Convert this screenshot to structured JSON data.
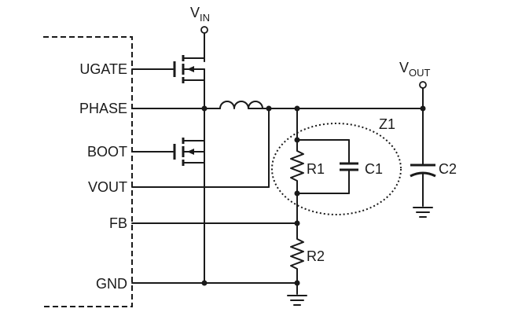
{
  "pins": {
    "ugate": "UGATE",
    "phase": "PHASE",
    "boot": "BOOT",
    "vout": "VOUT",
    "fb": "FB",
    "gnd": "GND"
  },
  "supply": {
    "vin_main": "V",
    "vin_sub": "IN"
  },
  "output": {
    "vout_main": "V",
    "vout_sub": "OUT"
  },
  "components": {
    "r1": "R1",
    "c1": "C1",
    "c2": "C2",
    "r2": "R2",
    "z1": "Z1"
  }
}
